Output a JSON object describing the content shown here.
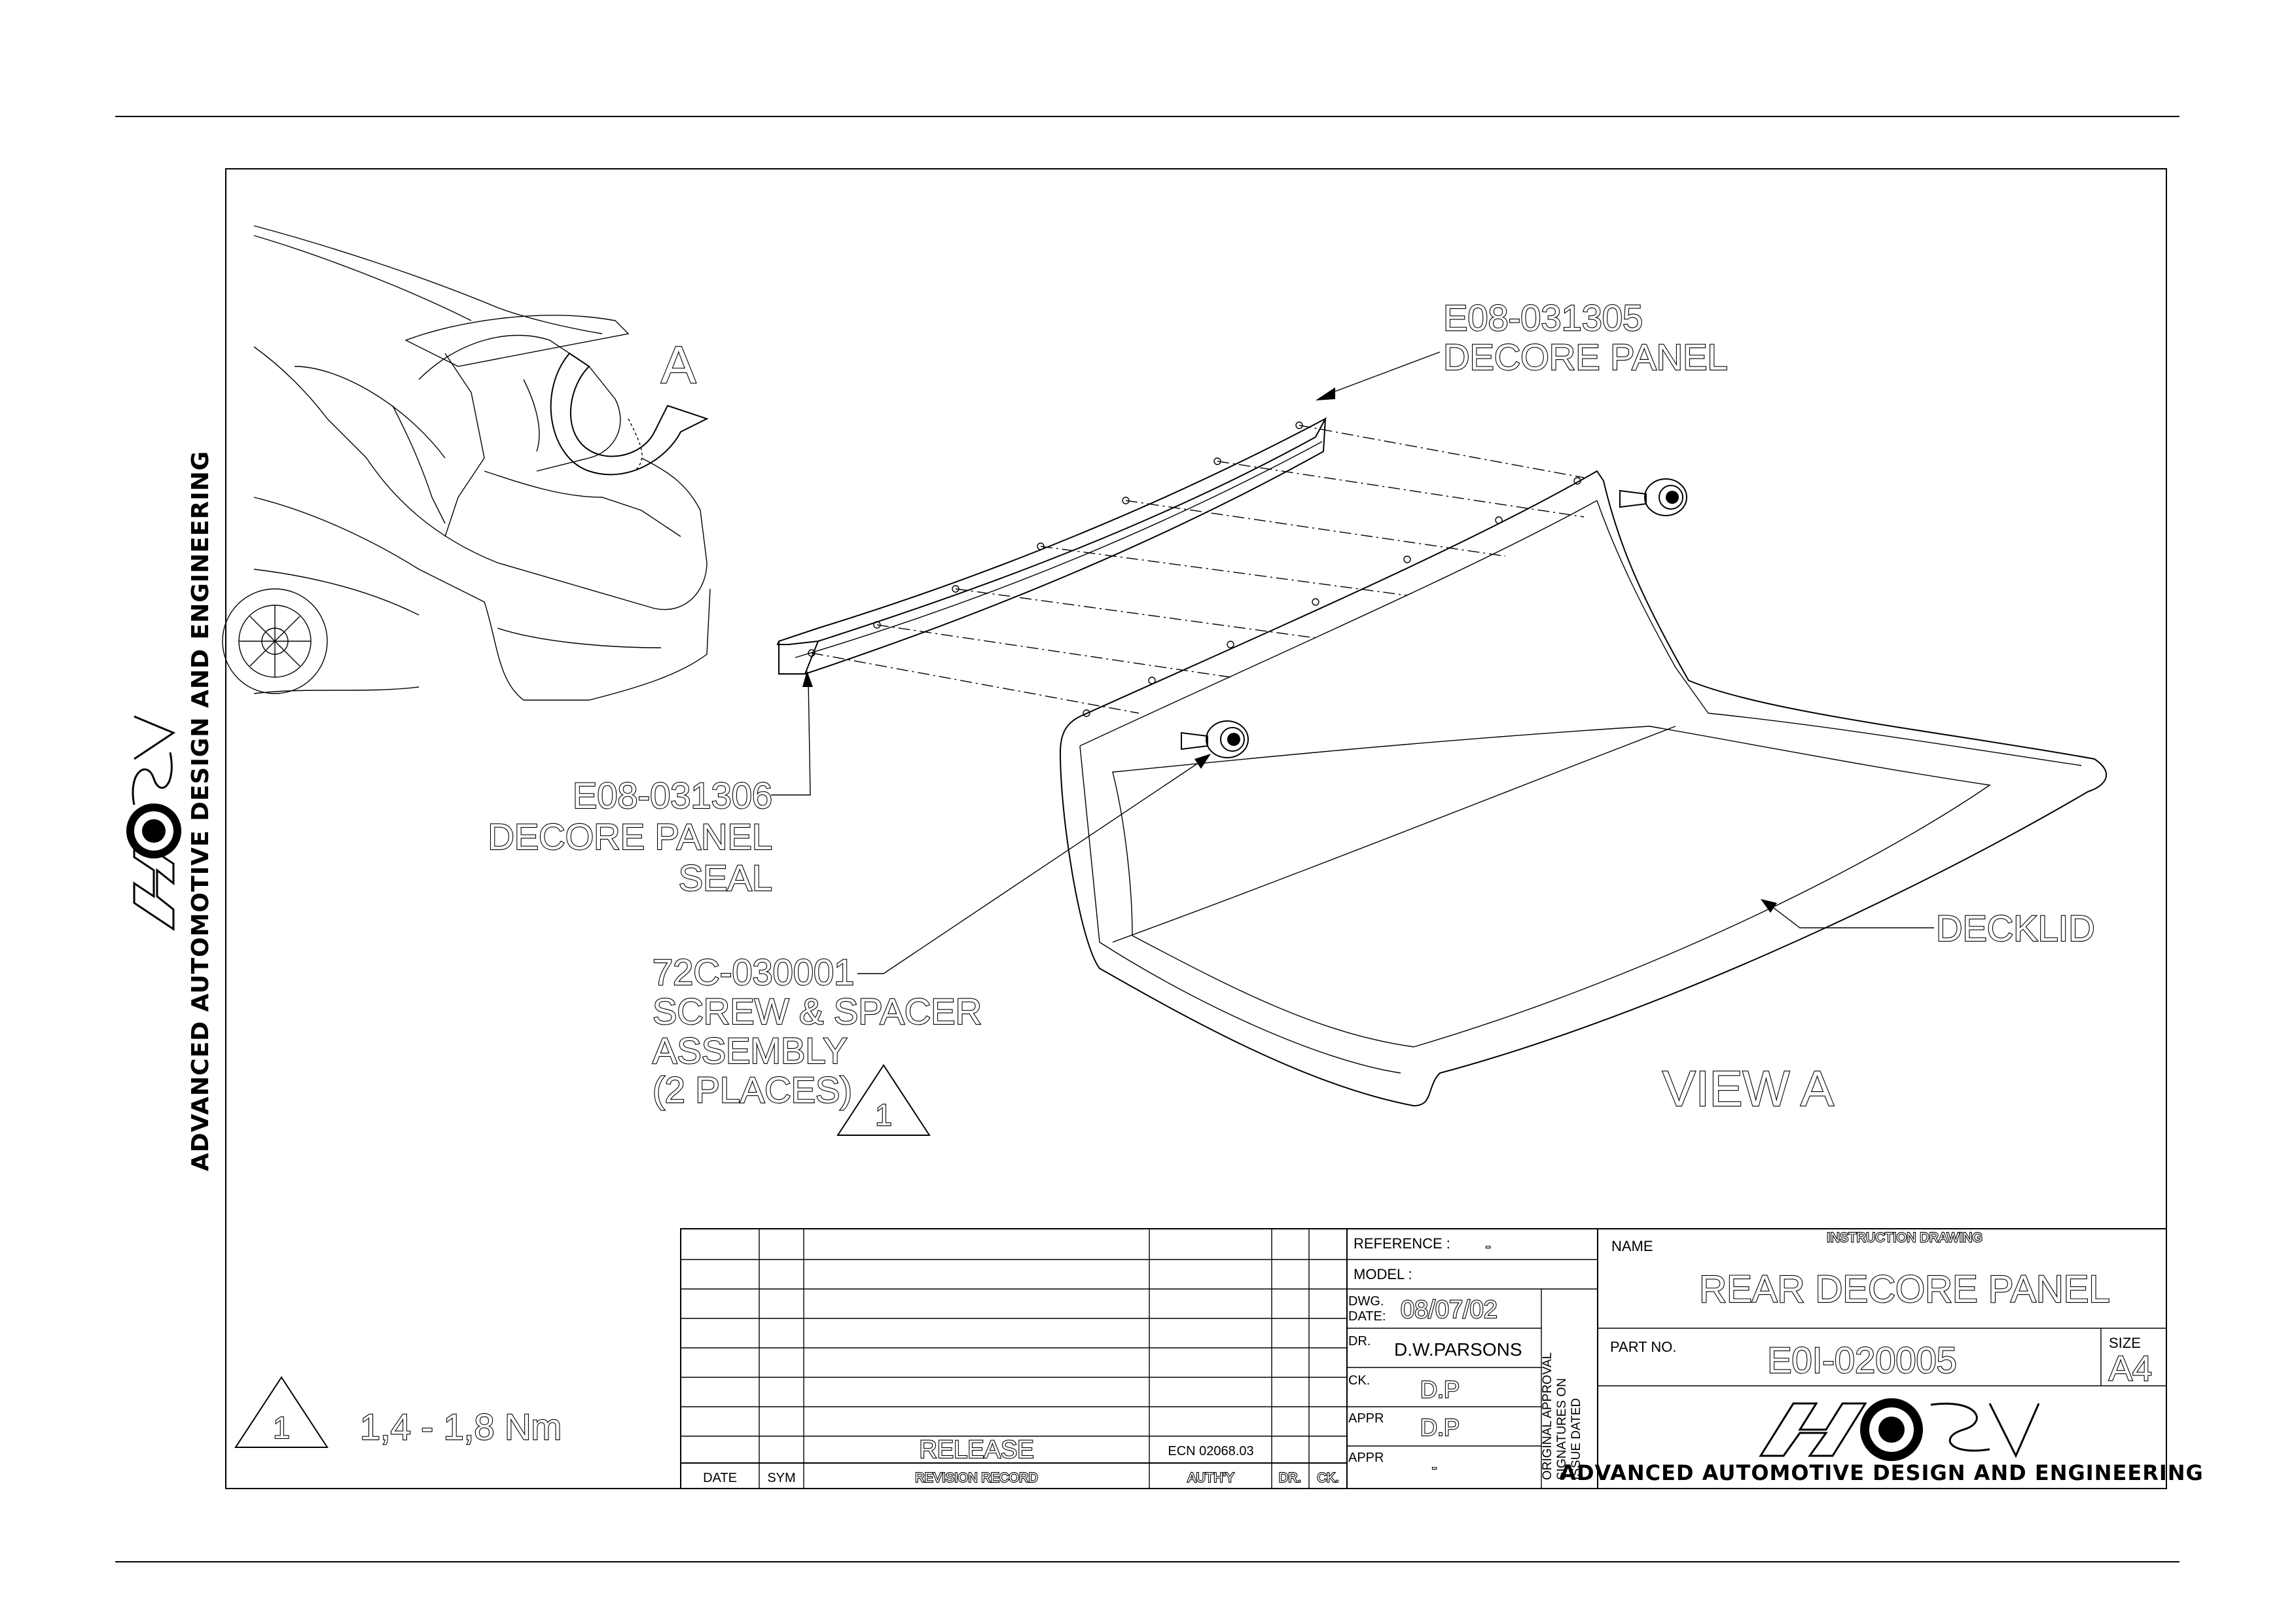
{
  "sheet": {
    "brand_text": "ADVANCED AUTOMOTIVE DESIGN AND ENGINEERING",
    "logo_lettering": "HSV"
  },
  "view_label": "A",
  "view_caption": "VIEW A",
  "callouts": {
    "decore_panel": {
      "part": "E08-031305",
      "name": "DECORE PANEL"
    },
    "seal": {
      "part": "E08-031306",
      "line1": "DECORE PANEL",
      "line2": "SEAL"
    },
    "screw": {
      "part": "72C-030001",
      "line1": "SCREW & SPACER",
      "line2": "ASSEMBLY",
      "line3": "(2 PLACES)",
      "flag": "1"
    },
    "decklid": {
      "name": "DECKLID"
    }
  },
  "torque_note": {
    "flag": "1",
    "text": "1,4 - 1,8 Nm"
  },
  "revision_table": {
    "headers": {
      "date": "DATE",
      "sym": "SYM",
      "record": "REVISION RECORD",
      "auth": "AUTH'Y",
      "dr": "DR.",
      "ck": "CK."
    },
    "row": {
      "record": "RELEASE",
      "auth": "ECN 02068.03"
    }
  },
  "title_block": {
    "reference_label": "REFERENCE :",
    "reference_value": "-",
    "model_label": "MODEL :",
    "dwg_date_label_1": "DWG.",
    "dwg_date_label_2": "DATE:",
    "dwg_date": "08/07/02",
    "dr_label": "DR.",
    "dr_value": "D.W.PARSONS",
    "ck_label": "CK.",
    "ck_value": "D.P",
    "appr1_label": "APPR",
    "appr1_value": "D.P",
    "appr2_label": "APPR",
    "appr2_value": "-",
    "approval_note_1": "ORIGINAL APPROVAL",
    "approval_note_2": "SIGNATURES ON",
    "approval_note_3": "ISSUE DATED",
    "name_label": "NAME",
    "drawing_type": "INSTRUCTION DRAWING",
    "drawing_name": "REAR DECORE PANEL",
    "part_no_label": "PART NO.",
    "part_no": "E0I-020005",
    "size_label": "SIZE",
    "size_value": "A4"
  }
}
